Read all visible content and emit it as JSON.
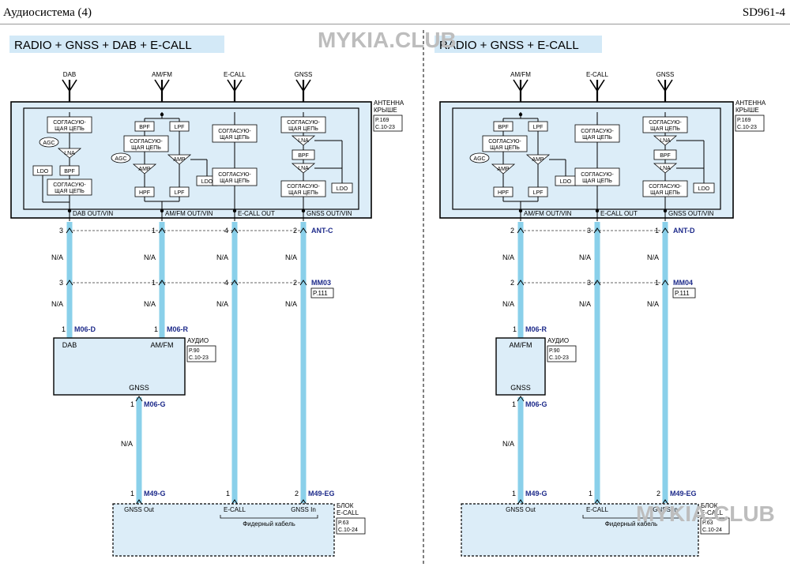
{
  "header": {
    "left": "Аудиосистема (4)",
    "right": "SD961-4"
  },
  "watermark": "MYKIA.CLUB",
  "colors": {
    "wire": "#8ad0ea",
    "box_fill": "#dcedf8",
    "title_fill": "#d3e9f7",
    "ref_blue": "#1d2a8a"
  },
  "panels": [
    {
      "title": "RADIO + GNSS + DAB + E-CALL",
      "antennas": [
        "DAB",
        "AM/FM",
        "E-CALL",
        "GNSS"
      ],
      "outs": [
        "DAB OUT/VIN",
        "AM/FM OUT/VIN",
        "E-CALL OUT",
        "GNSS OUT/VIN"
      ],
      "ant_ref": {
        "title": "АНТЕННА\nКРЫШЕ",
        "page": "P.169",
        "sheet": "C.10-23"
      },
      "conn1": {
        "name": "ANT-C",
        "pins": [
          "3",
          "1",
          "4",
          "2"
        ]
      },
      "conn2": {
        "name": "MM03",
        "ref": "P.111",
        "pins": [
          "3",
          "1",
          "4",
          "2"
        ]
      },
      "na": "N/A",
      "audio": {
        "pins": [
          "1",
          "1"
        ],
        "conn": [
          "M06-D",
          "M06-R"
        ],
        "labels": [
          "DAB",
          "AM/FM",
          "GNSS"
        ],
        "title": "АУДИО",
        "page": "P.90",
        "sheet": "C.10-23",
        "gnss_pin": "1",
        "gnss_conn": "M06-G"
      },
      "ecall": {
        "pins": [
          "1",
          "1",
          "2"
        ],
        "conn_left": "M49-G",
        "conn_right": "M49-EG",
        "labels": [
          "GNSS Out",
          "E-CALL",
          "GNSS In"
        ],
        "cable": "Фидерный кабель",
        "title": "БЛОК\nE-CALL",
        "page": "P.63",
        "sheet": "C.10-24"
      },
      "inner": {
        "match": "СОГЛАСУЮ-\nЩАЯ ЦЕПЬ",
        "agc": "AGC",
        "lna": "LNA",
        "ldo": "LDO",
        "bpf": "BPF",
        "lpf": "LPF",
        "hpf": "HPF",
        "amp": "AMP"
      }
    },
    {
      "title": "RADIO + GNSS + E-CALL",
      "antennas": [
        "AM/FM",
        "E-CALL",
        "GNSS"
      ],
      "outs": [
        "AM/FM OUT/VIN",
        "E-CALL OUT",
        "GNSS OUT/VIN"
      ],
      "ant_ref": {
        "title": "АНТЕННА\nКРЫШЕ",
        "page": "P.169",
        "sheet": "C.10-23"
      },
      "conn1": {
        "name": "ANT-D",
        "pins": [
          "2",
          "3",
          "1"
        ]
      },
      "conn2": {
        "name": "MM04",
        "ref": "P.111",
        "pins": [
          "2",
          "3",
          "1"
        ]
      },
      "na": "N/A",
      "audio": {
        "pins": [
          "1"
        ],
        "conn": [
          "M06-R"
        ],
        "labels": [
          "AM/FM",
          "GNSS"
        ],
        "title": "АУДИО",
        "page": "P.90",
        "sheet": "C.10-23",
        "gnss_pin": "1",
        "gnss_conn": "M06-G"
      },
      "ecall": {
        "pins": [
          "1",
          "1",
          "2"
        ],
        "conn_left": "M49-G",
        "conn_right": "M49-EG",
        "labels": [
          "GNSS Out",
          "E-CALL",
          "GNSS In"
        ],
        "cable": "Фидерный кабель",
        "title": "БЛОК\nE-CALL",
        "page": "P.63",
        "sheet": "C.10-24"
      },
      "inner": {
        "match": "СОГЛАСУЮ-\nЩАЯ ЦЕПЬ",
        "agc": "AGC",
        "lna": "LNA",
        "ldo": "LDO",
        "bpf": "BPF",
        "lpf": "LPF",
        "hpf": "HPF",
        "amp": "AMP"
      }
    }
  ]
}
